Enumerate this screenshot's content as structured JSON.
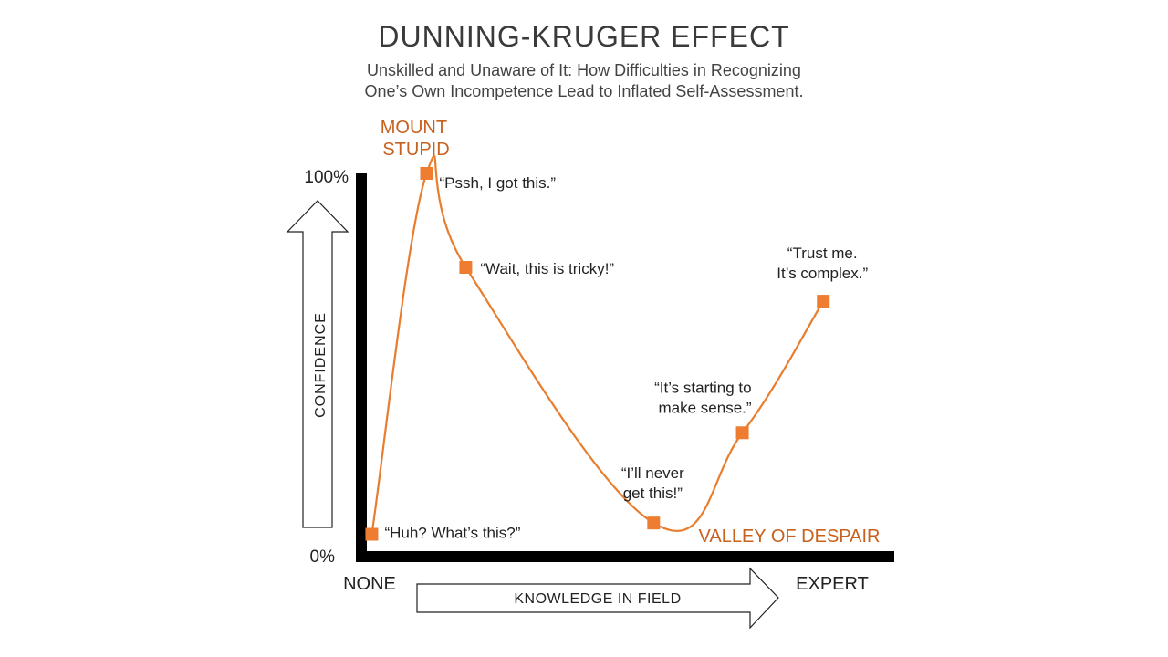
{
  "title": "DUNNING-KRUGER EFFECT",
  "subtitle_lines": [
    "Unskilled and Unaware of It: How Difficulties in Recognizing",
    "One’s Own Incompetence Lead to Inflated Self-Assessment."
  ],
  "chart_data": {
    "type": "line",
    "xlabel": "KNOWLEDGE IN FIELD",
    "ylabel": "CONFIDENCE",
    "x_tick_labels": [
      "NONE",
      "EXPERT"
    ],
    "y_tick_labels": [
      "0%",
      "100%"
    ],
    "xlim": [
      0,
      100
    ],
    "ylim": [
      0,
      100
    ],
    "grid": false,
    "series": [
      {
        "points": [
          {
            "x": 2,
            "y": 4,
            "label": [
              "“Huh? What’s this?”"
            ]
          },
          {
            "x": 12.5,
            "y": 100,
            "label": [
              "“Pssh, I got this.”"
            ]
          },
          {
            "x": 20,
            "y": 75,
            "label": [
              "“Wait, this is tricky!”"
            ]
          },
          {
            "x": 56,
            "y": 7,
            "label": [
              "“I’ll never",
              "get this!”"
            ]
          },
          {
            "x": 73,
            "y": 31,
            "label": [
              "“It’s starting to",
              "make sense.”"
            ]
          },
          {
            "x": 88.5,
            "y": 66,
            "label": [
              "“Trust me.",
              "It’s complex.”"
            ]
          }
        ]
      }
    ],
    "annotations": [
      {
        "lines": [
          "MOUNT",
          "STUPID"
        ]
      },
      {
        "lines": [
          "VALLEY OF DESPAIR"
        ]
      }
    ],
    "colors": {
      "line": "#e87d2e",
      "marker": "#ee7d32",
      "annotation": "#c8601e",
      "axis": "#000000",
      "text": "#222222"
    }
  }
}
